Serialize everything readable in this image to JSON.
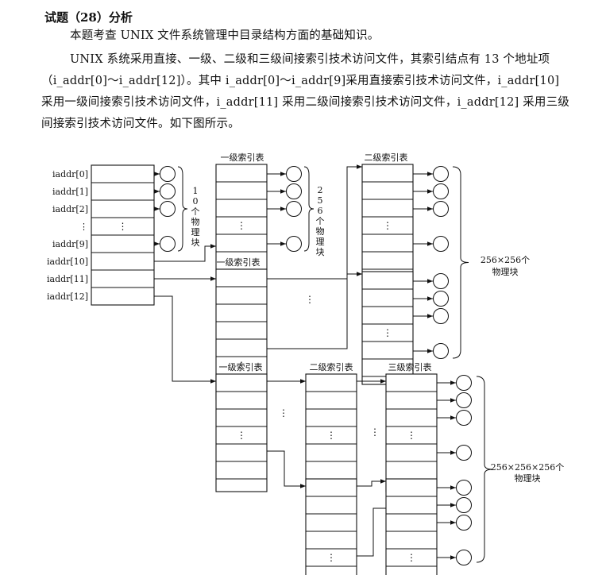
{
  "heading": "试题（28）分析",
  "paragraphs": [
    "本题考查 UNIX 文件系统管理中目录结构方面的基础知识。",
    "UNIX 系统采用直接、一级、二级和三级间接索引技术访问文件，其索引结点有 13 个地址项（i_addr[0]～i_addr[12]）。其中 i_addr[0]～i_addr[9]采用直接索引技术访问文件，i_addr[10] 采用一级间接索引技术访问文件，i_addr[11] 采用二级间接索引技术访问文件，i_addr[12] 采用三级间接索引技术访问文件。如下图所示。"
  ],
  "diagram": {
    "addr_labels": [
      "iaddr[0]",
      "iaddr[1]",
      "iaddr[2]",
      "⋮",
      "iaddr[9]",
      "iaddr[10]",
      "iaddr[11]",
      "iaddr[12]"
    ],
    "table_labels": {
      "level1": "一级索引表",
      "level2": "二级索引表",
      "level3": "三级索引表"
    },
    "ellipsis": "⋮",
    "brace_10": "10个物理块",
    "brace_256": "256个物理块",
    "brace_256x256": [
      "256×256个",
      "物理块"
    ],
    "brace_256x256x256": [
      "256×256×256个",
      "物理块"
    ]
  }
}
